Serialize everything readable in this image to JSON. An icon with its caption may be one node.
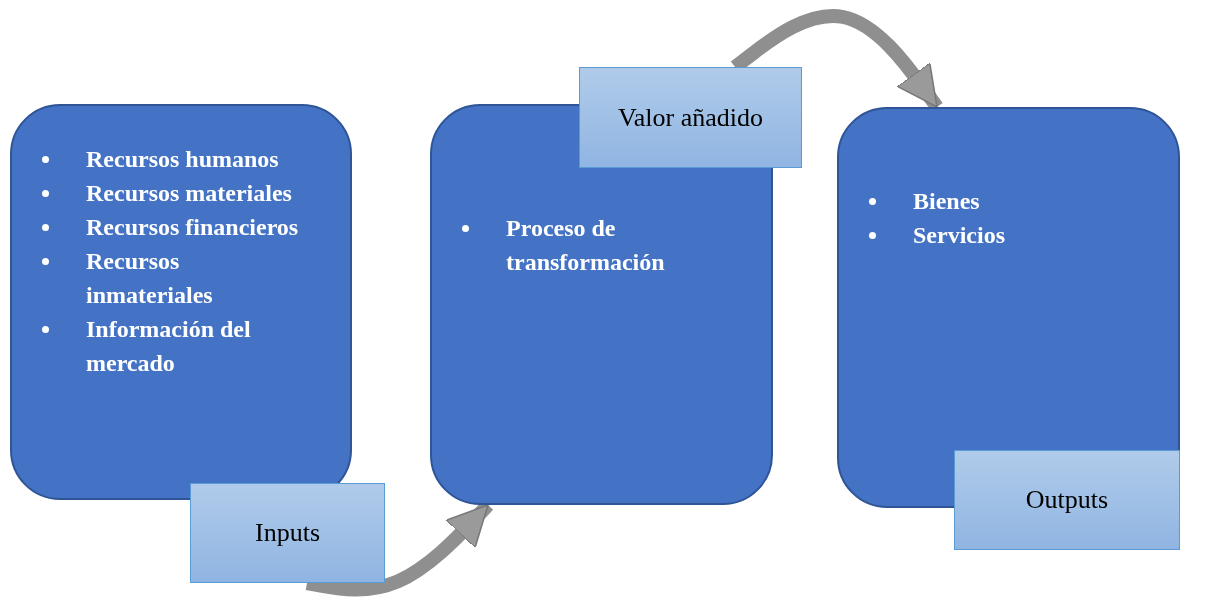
{
  "diagram": {
    "nodes": [
      {
        "text": [
          "Recursos humanos",
          "Recursos materiales",
          "Recursos financieros",
          "Recursos inmateriales",
          "Información del mercado"
        ]
      },
      {
        "text": [
          "Inputs"
        ]
      },
      {
        "text": [
          "Proceso de transformación"
        ]
      },
      {
        "text": [
          "Valor añadido"
        ]
      },
      {
        "text": [
          "Bienes",
          "Servicios"
        ]
      },
      {
        "text": [
          "Outputs"
        ]
      }
    ],
    "edges": [
      {
        "from": 1,
        "to": 2,
        "arrow": "to"
      },
      {
        "from": 3,
        "to": 4,
        "arrow": "to"
      }
    ]
  }
}
